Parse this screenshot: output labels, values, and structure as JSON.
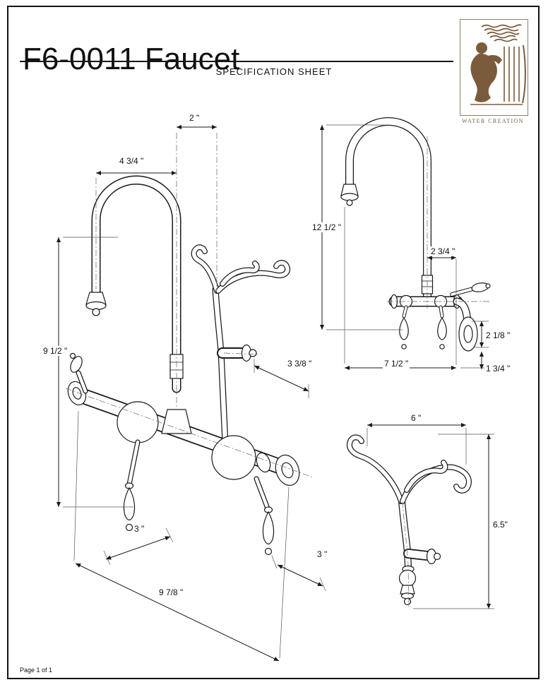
{
  "colors": {
    "ink": "#1a1a1a",
    "brown": "#7a5b3c"
  },
  "page": {
    "title": "F6-0011 Faucet",
    "subtitle": "SPECIFICATION SHEET",
    "footer": "Page 1 of 1"
  },
  "logo": {
    "brand": "WATER CREATION"
  },
  "drawings": {
    "main": {
      "view": "isometric wall-mount faucet with gooseneck spout, two lever handles and hand-shower cradle",
      "dims": {
        "top_gap": "2 \"",
        "spout_offset": "4 3/4 \"",
        "overall_height": "9 1/2 \"",
        "spray_reach": "3 3/8 \"",
        "handle_left": "3 \"",
        "handle_right": "3 \"",
        "overall_length": "9 7/8 \""
      }
    },
    "side": {
      "view": "side elevation of gooseneck faucet with wall bracket",
      "dims": {
        "overall_height": "12 1/2 \"",
        "wall_offset": "2 3/4 \"",
        "reach": "7 1/2 \"",
        "bracket_upper": "2 1/8 \"",
        "bracket_lower": "1 3/4 \""
      }
    },
    "cradle": {
      "view": "hand shower cradle detail",
      "dims": {
        "width": "6 \"",
        "height": "6.5\""
      }
    }
  }
}
